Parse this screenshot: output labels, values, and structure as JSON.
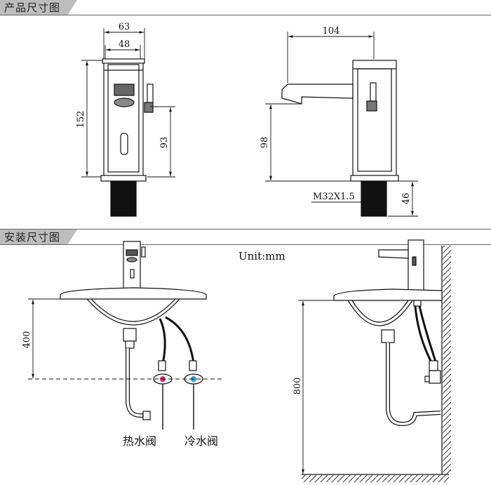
{
  "sections": {
    "product": "产品尺寸图",
    "install": "安装尺寸图"
  },
  "front_view": {
    "width_total": "63",
    "width_body": "48",
    "height_total": "152",
    "height_sensor": "93"
  },
  "side_view": {
    "spout_length": "104",
    "spout_height": "98",
    "thread": "M32X1.5",
    "shank_length": "46"
  },
  "unit_label": "Unit:mm",
  "install_front": {
    "height_above_valves": "400",
    "hot_valve": "热水阀",
    "cold_valve": "冷水阀"
  },
  "install_side": {
    "height_from_floor": "800"
  },
  "colors": {
    "hot": "#e0207a",
    "cold": "#2a9ad6",
    "tab_bg": "#bdbdbd"
  }
}
